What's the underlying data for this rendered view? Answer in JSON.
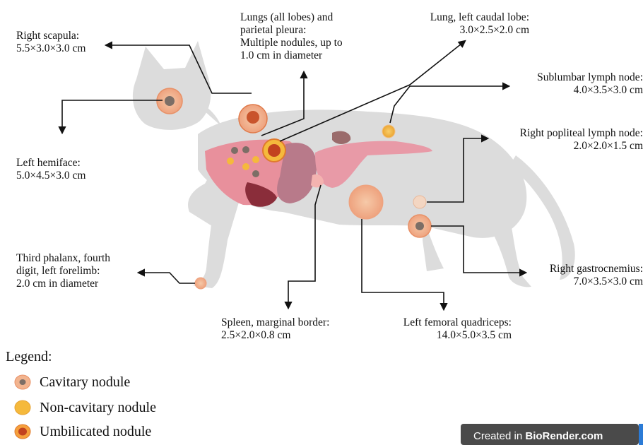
{
  "annotations": [
    {
      "id": "right_scapula",
      "text": "Right scapula:\n5.5×3.0×3.0 cm"
    },
    {
      "id": "lungs_all_lobes",
      "text": "Lungs (all lobes) and\nparietal pleura:\nMultiple nodules, up to\n1.0 cm in diameter"
    },
    {
      "id": "lung_left_caudal",
      "text": "Lung, left caudal lobe:\n3.0×2.5×2.0 cm"
    },
    {
      "id": "sublumbar_ln",
      "text": "Sublumbar lymph node:\n4.0×3.5×3.0 cm"
    },
    {
      "id": "left_hemiface",
      "text": "Left hemiface:\n5.0×4.5×3.0 cm"
    },
    {
      "id": "right_popliteal_ln",
      "text": "Right popliteal lymph node:\n2.0×2.0×1.5 cm"
    },
    {
      "id": "third_phalanx",
      "text": "Third phalanx, fourth\ndigit, left forelimb:\n2.0 cm in diameter"
    },
    {
      "id": "right_gastrocnemius",
      "text": "Right gastrocnemius:\n7.0×3.5×3.0 cm"
    },
    {
      "id": "spleen",
      "text": "Spleen, marginal border:\n2.5×2.0×0.8 cm"
    },
    {
      "id": "left_femoral_quadriceps",
      "text": "Left femoral quadriceps:\n14.0×5.0×3.5 cm"
    }
  ],
  "legend": {
    "title": "Legend:",
    "items": [
      {
        "label": "Cavitary nodule",
        "color": "#f2b48f",
        "core": "#7c6e66"
      },
      {
        "label": "Non-cavitary nodule",
        "color": "#f5b93c",
        "core": "#e6a233"
      },
      {
        "label": "Umbilicated nodule",
        "color": "#e0622f",
        "core": "#c2421f"
      }
    ]
  },
  "watermark": {
    "prefix": "Created in ",
    "brand": "BioRender.com"
  },
  "colors": {
    "silhouette": "#dcdcdc",
    "arrow": "#111111",
    "liver": "#e8909c",
    "intestine": "#e89aa7"
  }
}
